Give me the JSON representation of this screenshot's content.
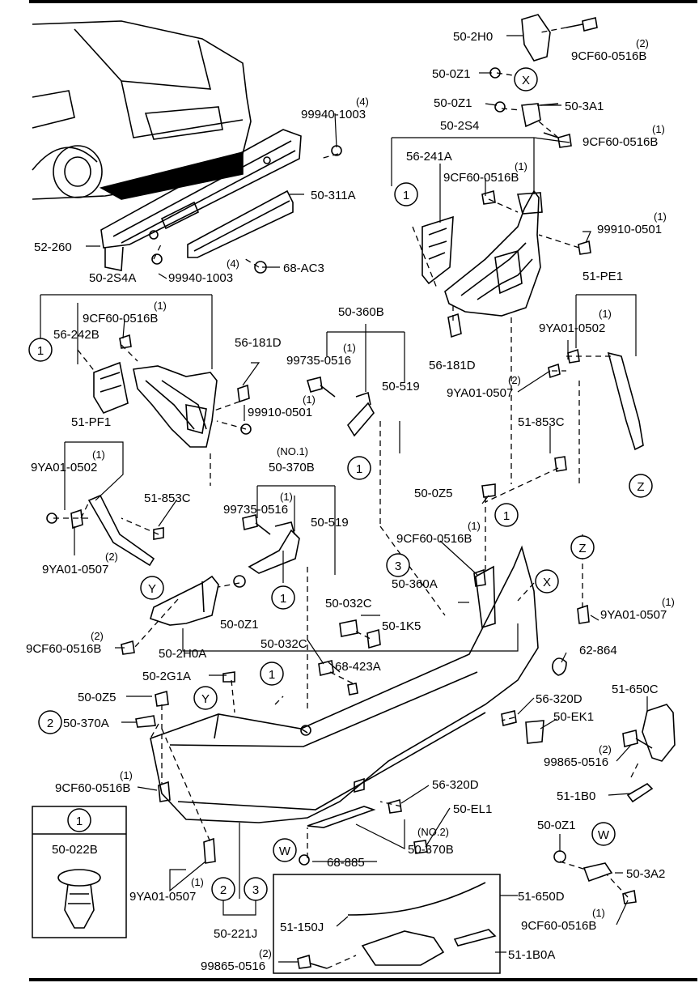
{
  "colors": {
    "ink": "#000000",
    "paper": "#ffffff"
  },
  "labels": {
    "p50_2H0": "50-2H0",
    "p9CF60_a": "9CF60-0516B",
    "q2_a": "(2)",
    "p50_0Z1_a": "50-0Z1",
    "p50_0Z1_b": "50-0Z1",
    "p50_3A1": "50-3A1",
    "p9CF60_b": "9CF60-0516B",
    "q1_b": "(1)",
    "p50_2S4": "50-2S4",
    "p56_241A": "56-241A",
    "p9CF60_c": "9CF60-0516B",
    "q1_c": "(1)",
    "p99940_a": "99940-1003",
    "q4_a": "(4)",
    "p50_311A": "50-311A",
    "p99910_a": "99910-0501",
    "q1_d": "(1)",
    "p52_260": "52-260",
    "p99940_b": "99940-1003",
    "q4_b": "(4)",
    "p68_AC3": "68-AC3",
    "p51_PE1": "51-PE1",
    "p50_2S4A": "50-2S4A",
    "p9CF60_d": "9CF60-0516B",
    "q1_e": "(1)",
    "p56_242B": "56-242B",
    "p50_360B": "50-360B",
    "p9YA01_a": "9YA01-0502",
    "q1_f": "(1)",
    "p56_181D_a": "56-181D",
    "p56_181D_b": "56-181D",
    "p99735_a": "99735-0516",
    "q1_g": "(1)",
    "p50_519_a": "50-519",
    "p9YA01_b": "9YA01-0507",
    "q2_b": "(2)",
    "p99910_b": "99910-0501",
    "q1_h": "(1)",
    "p51_853C_a": "51-853C",
    "p51_PF1": "51-PF1",
    "p9YA01_c": "9YA01-0502",
    "q1_i": "(1)",
    "no1": "(NO.1)",
    "p50_370B_a": "50-370B",
    "p99735_b": "99735-0516",
    "q1_j": "(1)",
    "p50_519_b": "50-519",
    "p51_853C_b": "51-853C",
    "p50_0Z5_a": "50-0Z5",
    "p9CF60_e": "9CF60-0516B",
    "q1_k": "(1)",
    "p9YA01_d": "9YA01-0507",
    "q2_c": "(2)",
    "p50_360A": "50-360A",
    "p50_032C_a": "50-032C",
    "p50_1K5": "50-1K5",
    "p9YA01_e": "9YA01-0507",
    "q1_l": "(1)",
    "p50_0Z1_c": "50-0Z1",
    "p9CF60_f": "9CF60-0516B",
    "q2_d": "(2)",
    "p50_2H0A": "50-2H0A",
    "p50_032C_b": "50-032C",
    "p68_423A": "68-423A",
    "p62_864": "62-864",
    "p50_2G1A": "50-2G1A",
    "p50_0Z5_b": "50-0Z5",
    "p56_320D_a": "56-320D",
    "p51_650C": "51-650C",
    "p50_EK1": "50-EK1",
    "p50_370A": "50-370A",
    "p99865_a": "99865-0516",
    "q2_e": "(2)",
    "p9CF60_g": "9CF60-0516B",
    "q1_m": "(1)",
    "p51_1B0": "51-1B0",
    "p56_320D_b": "56-320D",
    "p50_EL1": "50-EL1",
    "no2": "(NO.2)",
    "legend_part": "50-022B",
    "p50_370B_b": "50-370B",
    "p68_885": "68-885",
    "p50_0Z1_d": "50-0Z1",
    "p50_3A2": "50-3A2",
    "p9YA01_f": "9YA01-0507",
    "q1_n": "(1)",
    "p51_650D": "51-650D",
    "p9CF60_h": "9CF60-0516B",
    "q1_o": "(1)",
    "p51_150J": "51-150J",
    "p50_221J": "50-221J",
    "p51_1B0A": "51-1B0A",
    "p99865_b": "99865-0516",
    "q2_f": "(2)"
  },
  "callouts": {
    "one": "1",
    "two": "2",
    "three": "3",
    "X": "X",
    "Y": "Y",
    "Z": "Z",
    "W": "W"
  }
}
